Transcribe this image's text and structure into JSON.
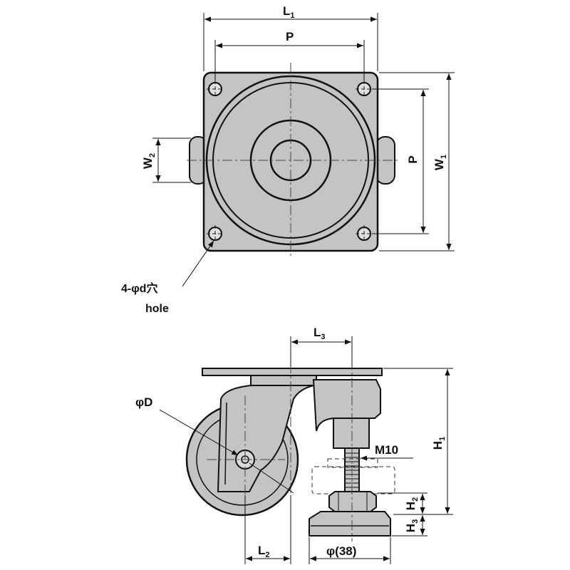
{
  "top_view": {
    "dim_L1": {
      "main": "L",
      "sub": "1"
    },
    "dim_P_horizontal": "P",
    "dim_P_vertical": "P",
    "dim_W1": {
      "main": "W",
      "sub": "1"
    },
    "dim_W2": {
      "main": "W",
      "sub": "2"
    },
    "hole_note_line1": "4-φd穴",
    "hole_note_line2": "hole"
  },
  "side_view": {
    "dim_L3": {
      "main": "L",
      "sub": "3"
    },
    "dim_D": "φD",
    "dim_M10": "M10",
    "dim_H1": {
      "main": "H",
      "sub": "1"
    },
    "dim_H2": {
      "main": "H",
      "sub": "2"
    },
    "dim_H3": {
      "main": "H",
      "sub": "3"
    },
    "dim_L2": {
      "main": "L",
      "sub": "2"
    },
    "dim_pad_diameter": "φ(38)"
  },
  "colors": {
    "fill": "#c4c4c4",
    "fill_light": "#d8d8d8",
    "stroke": "#111111",
    "center_line": "#444444"
  }
}
